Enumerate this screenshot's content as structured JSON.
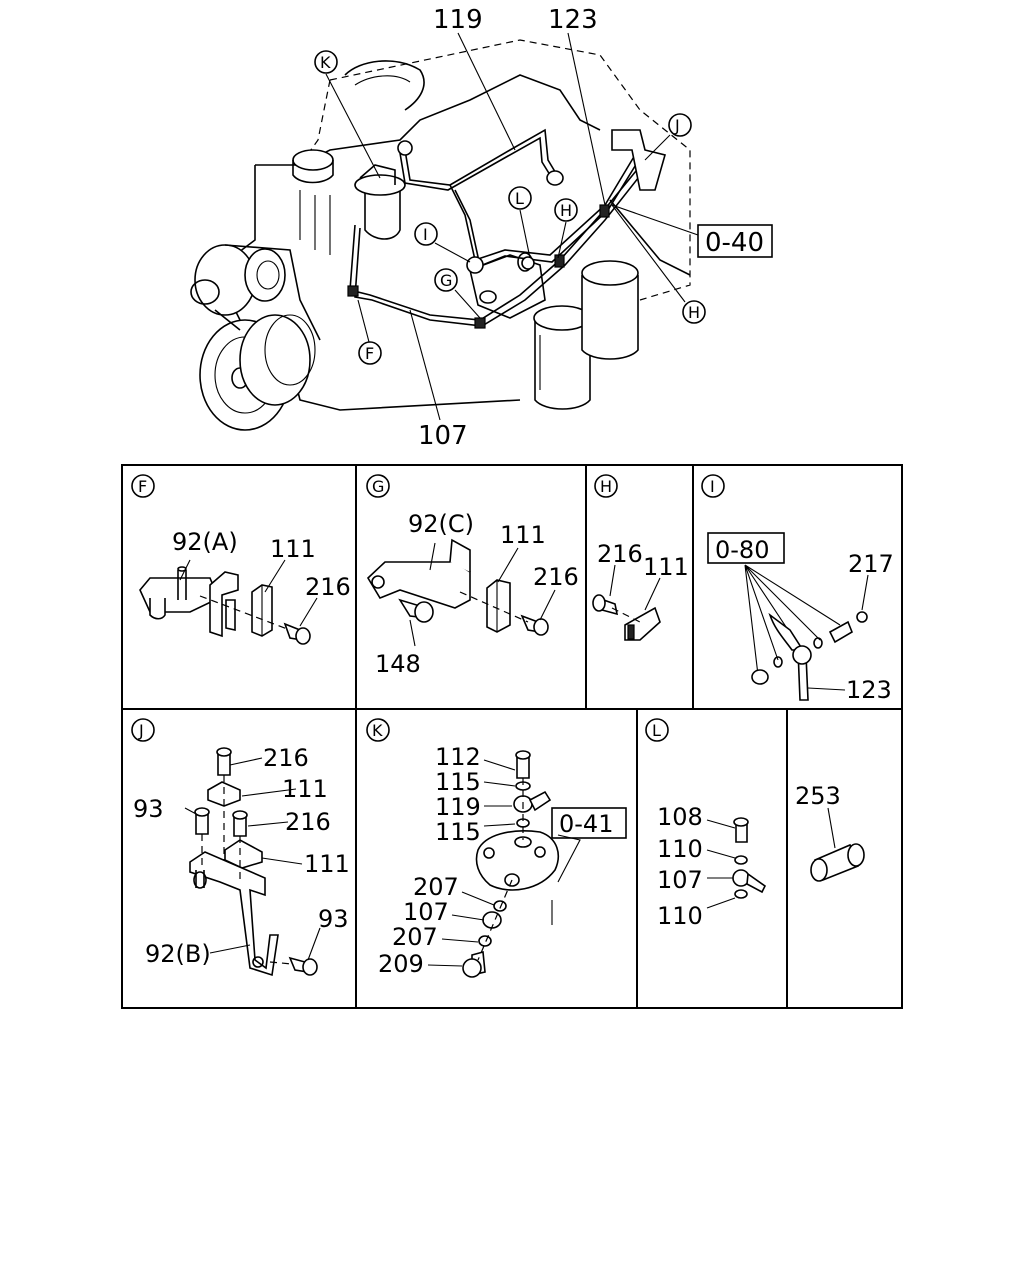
{
  "main_view": {
    "callouts": {
      "c119": "119",
      "c123": "123",
      "c107": "107",
      "ref_040": "0-40"
    },
    "detail_markers": {
      "K": "K",
      "J": "J",
      "L": "L",
      "H1": "H",
      "I": "I",
      "G": "G",
      "H2": "H",
      "F": "F"
    }
  },
  "panels": {
    "F": {
      "letter": "F",
      "labels": {
        "bracket": "92(A)",
        "clip": "111",
        "bolt": "216"
      }
    },
    "G": {
      "letter": "G",
      "labels": {
        "bracket": "92(C)",
        "clip": "111",
        "bolt": "216",
        "bolt2": "148"
      }
    },
    "H": {
      "letter": "H",
      "labels": {
        "bolt": "216",
        "clip": "111"
      }
    },
    "I": {
      "letter": "I",
      "labels": {
        "ref": "0-80",
        "washer": "217",
        "pipe": "123"
      }
    },
    "J": {
      "letter": "J",
      "labels": {
        "bolt_a": "216",
        "clip_a": "111",
        "bolt_main": "93",
        "bolt_b": "216",
        "clip_b": "111",
        "bolt_side": "93",
        "bracket": "92(B)"
      }
    },
    "K": {
      "letter": "K",
      "labels": {
        "l112": "112",
        "l115a": "115",
        "l119": "119",
        "l115b": "115",
        "ref": "0-41",
        "l207a": "207",
        "l107": "107",
        "l207b": "207",
        "l209": "209"
      }
    },
    "L": {
      "letter": "L",
      "labels": {
        "l108": "108",
        "l110a": "110",
        "l107": "107",
        "l110b": "110"
      }
    },
    "Z": {
      "labels": {
        "l253": "253"
      }
    }
  }
}
